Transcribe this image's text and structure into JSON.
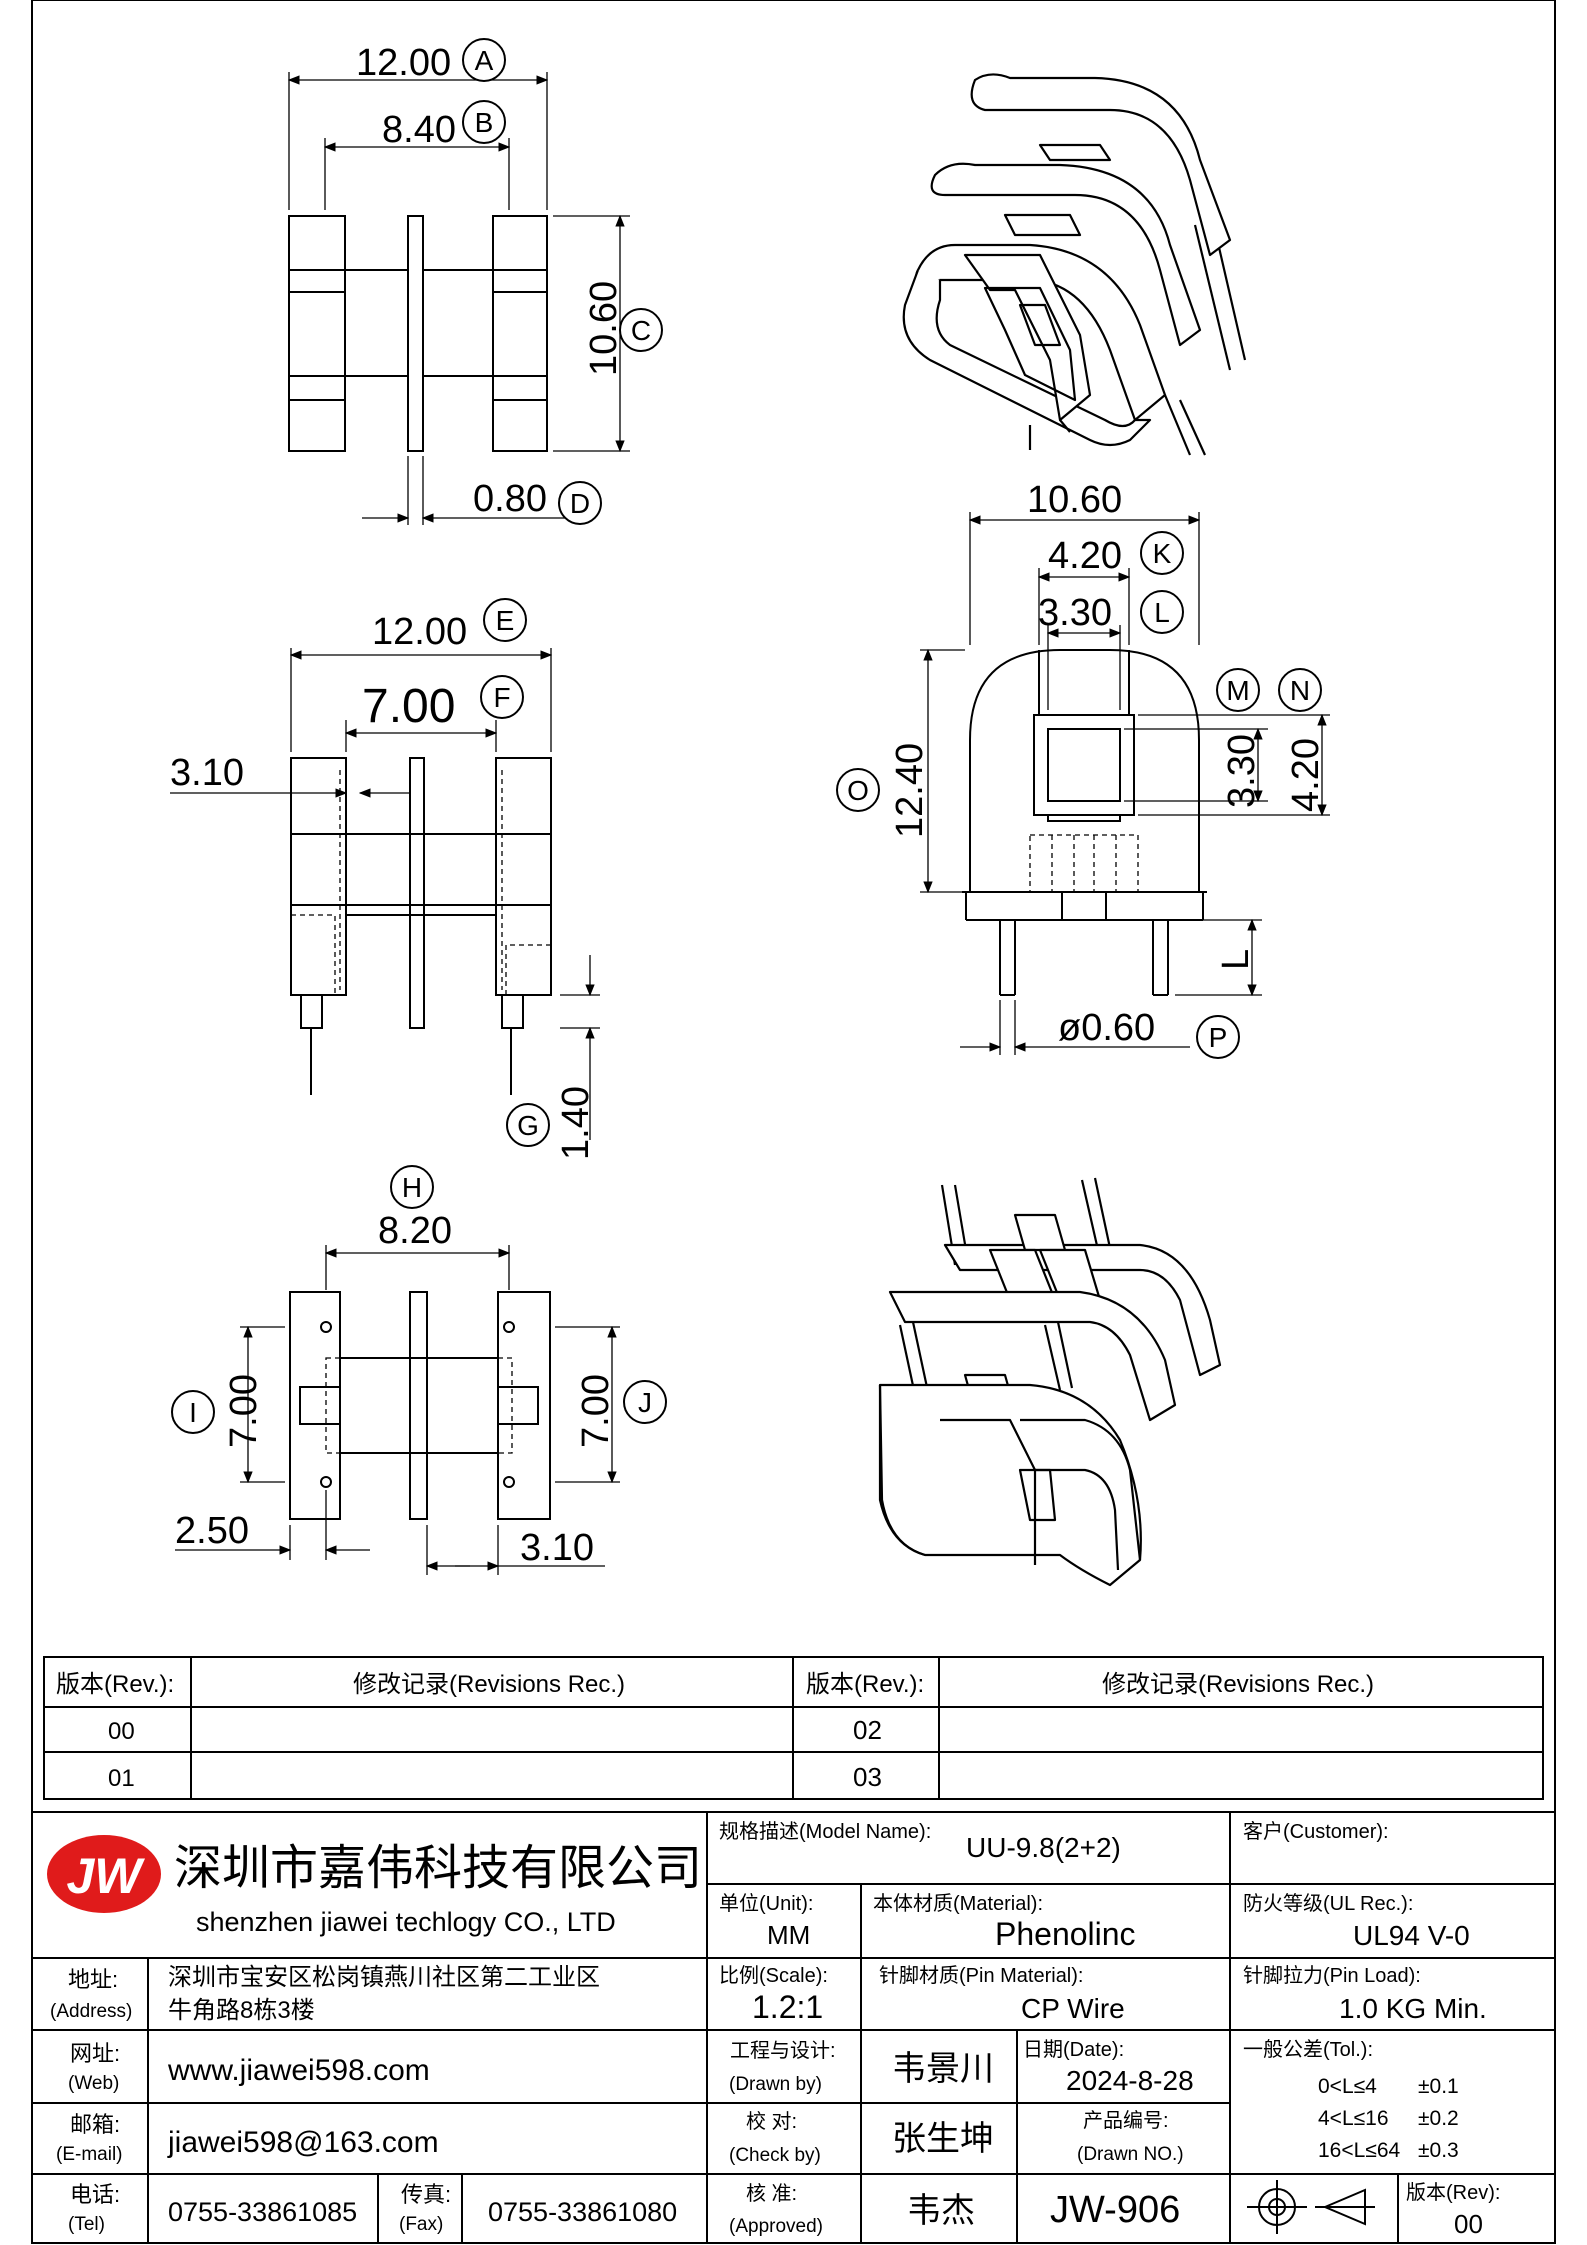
{
  "colors": {
    "ink": "#000000",
    "logo_red": "#e01b1b",
    "paper": "#ffffff"
  },
  "dims": {
    "top_width": "12.00",
    "top_inner": "8.40",
    "top_height": "10.60",
    "top_flange": "0.80",
    "front_width": "12.00",
    "front_inner": "7.00",
    "front_left": "3.10",
    "front_pin": "1.40",
    "side_width": "10.60",
    "side_k": "4.20",
    "side_l": "3.30",
    "side_height": "12.40",
    "side_m": "3.30",
    "side_n": "4.20",
    "side_pin_dia": "ø0.60",
    "side_pin_len": "L",
    "bottom_width": "8.20",
    "bottom_left_h": "7.00",
    "bottom_right_h": "7.00",
    "bottom_left_off": "2.50",
    "bottom_right_off": "3.10"
  },
  "balloons": [
    "A",
    "B",
    "C",
    "D",
    "E",
    "F",
    "G",
    "H",
    "I",
    "J",
    "K",
    "L",
    "M",
    "N",
    "O",
    "P"
  ],
  "revisions": {
    "h_rev": "版本(Rev.):",
    "h_rec": "修改记录(Revisions Rec.)",
    "rows": [
      {
        "left": "00",
        "right": "02"
      },
      {
        "left": "01",
        "right": "03"
      }
    ]
  },
  "title_block": {
    "company_cn": "深圳市嘉伟科技有限公司",
    "company_en": "shenzhen jiawei techlogy CO., LTD",
    "logo_text": "JW",
    "address_label_cn": "地址:",
    "address_label_en": "(Address)",
    "address_line1": "深圳市宝安区松岗镇燕川社区第二工业区",
    "address_line2": "牛角路8栋3楼",
    "web_label_cn": "网址:",
    "web_label_en": "(Web)",
    "web": "www.jiawei598.com",
    "email_label_cn": "邮箱:",
    "email_label_en": "(E-mail)",
    "email": "jiawei598@163.com",
    "tel_label_cn": "电话:",
    "tel_label_en": "(Tel)",
    "tel": "0755-33861085",
    "fax_label_cn": "传真:",
    "fax_label_en": "(Fax)",
    "fax": "0755-33861080",
    "model_label": "规格描述(Model Name):",
    "model": "UU-9.8(2+2)",
    "customer_label": "客户(Customer):",
    "unit_label": "单位(Unit):",
    "unit": "MM",
    "material_label": "本体材质(Material):",
    "material": "Phenolinc",
    "ul_label": "防火等级(UL Rec.):",
    "ul": "UL94 V-0",
    "scale_label": "比例(Scale):",
    "scale": "1.2:1",
    "pin_material_label": "针脚材质(Pin Material):",
    "pin_material": "CP Wire",
    "pin_load_label": "针脚拉力(Pin Load):",
    "pin_load": "1.0 KG Min.",
    "drawn_label_cn": "工程与设计:",
    "drawn_label_en": "(Drawn by)",
    "drawn_by": "韦景川",
    "date_label": "日期(Date):",
    "date": "2024-8-28",
    "tol_label": "一般公差(Tol.):",
    "tol_rows": [
      {
        "range": "0<L≤4",
        "val": "±0.1"
      },
      {
        "range": "4<L≤16",
        "val": "±0.2"
      },
      {
        "range": "16<L≤64",
        "val": "±0.3"
      }
    ],
    "check_label_cn": "校  对:",
    "check_label_en": "(Check by)",
    "check_by": "张生坤",
    "drawno_label_cn": "产品编号:",
    "drawno_label_en": "(Drawn NO.)",
    "drawing_no": "JW-906",
    "approved_label_cn": "核  准:",
    "approved_label_en": "(Approved)",
    "approved_by": "韦杰",
    "rev_label": "版本(Rev):",
    "rev": "00"
  }
}
